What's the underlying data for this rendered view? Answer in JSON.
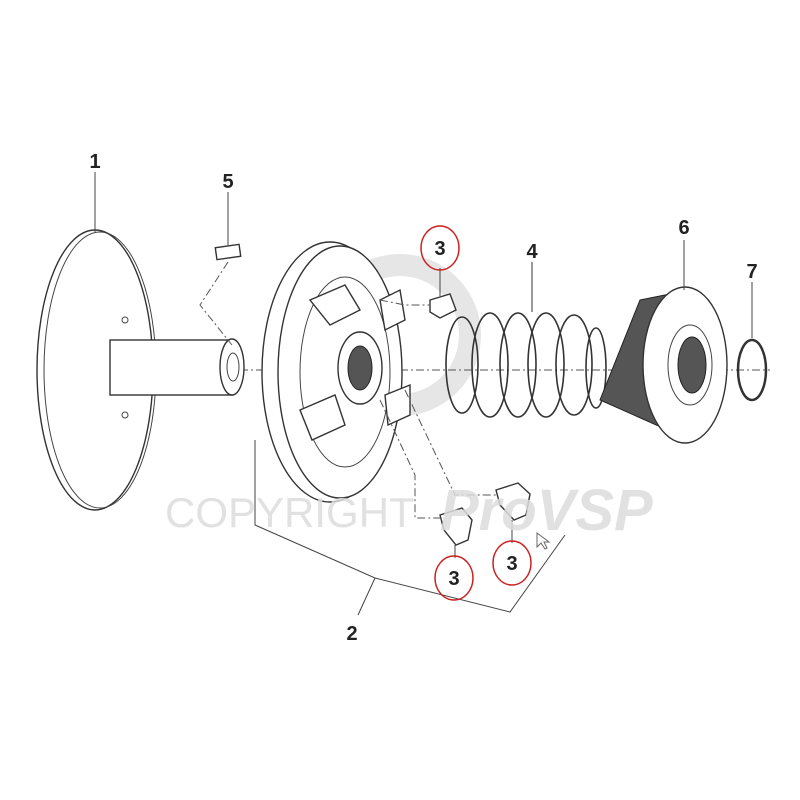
{
  "diagram": {
    "watermark": {
      "left": "COPYRIGHT",
      "right": "ProVSP"
    },
    "callouts": [
      {
        "id": "part-1",
        "label": "1",
        "highlighted": false
      },
      {
        "id": "part-5",
        "label": "5",
        "highlighted": false
      },
      {
        "id": "part-3-top",
        "label": "3",
        "highlighted": true
      },
      {
        "id": "part-4",
        "label": "4",
        "highlighted": false
      },
      {
        "id": "part-6",
        "label": "6",
        "highlighted": false
      },
      {
        "id": "part-7",
        "label": "7",
        "highlighted": false
      },
      {
        "id": "part-3-left",
        "label": "3",
        "highlighted": true
      },
      {
        "id": "part-3-right",
        "label": "3",
        "highlighted": true
      },
      {
        "id": "part-2",
        "label": "2",
        "highlighted": false
      }
    ],
    "highlight_color": "#cc2222"
  }
}
